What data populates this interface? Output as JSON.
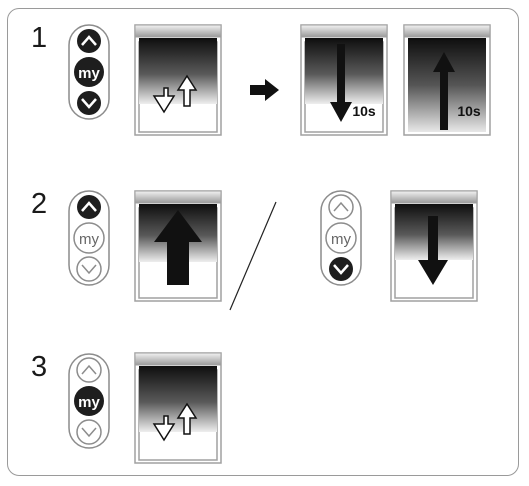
{
  "steps": [
    {
      "number": "1",
      "remote_active": [
        "up",
        "my",
        "down"
      ],
      "badge_a": "10s",
      "badge_b": "10s"
    },
    {
      "number": "2",
      "remote_a_active": [
        "up"
      ],
      "remote_b_active": [
        "down"
      ]
    },
    {
      "number": "3",
      "remote_active": [
        "my"
      ]
    }
  ],
  "remote": {
    "my_label": "my"
  },
  "colors": {
    "active": "#1e1e1e",
    "inactive_stroke": "#8c8c8c",
    "frame": "#9a9a9a"
  },
  "icons": [
    "up-button-icon",
    "my-button-icon",
    "down-button-icon",
    "shutter-icon",
    "arrow-right-icon",
    "arrow-up-icon",
    "arrow-down-icon",
    "double-arrow-icon"
  ]
}
